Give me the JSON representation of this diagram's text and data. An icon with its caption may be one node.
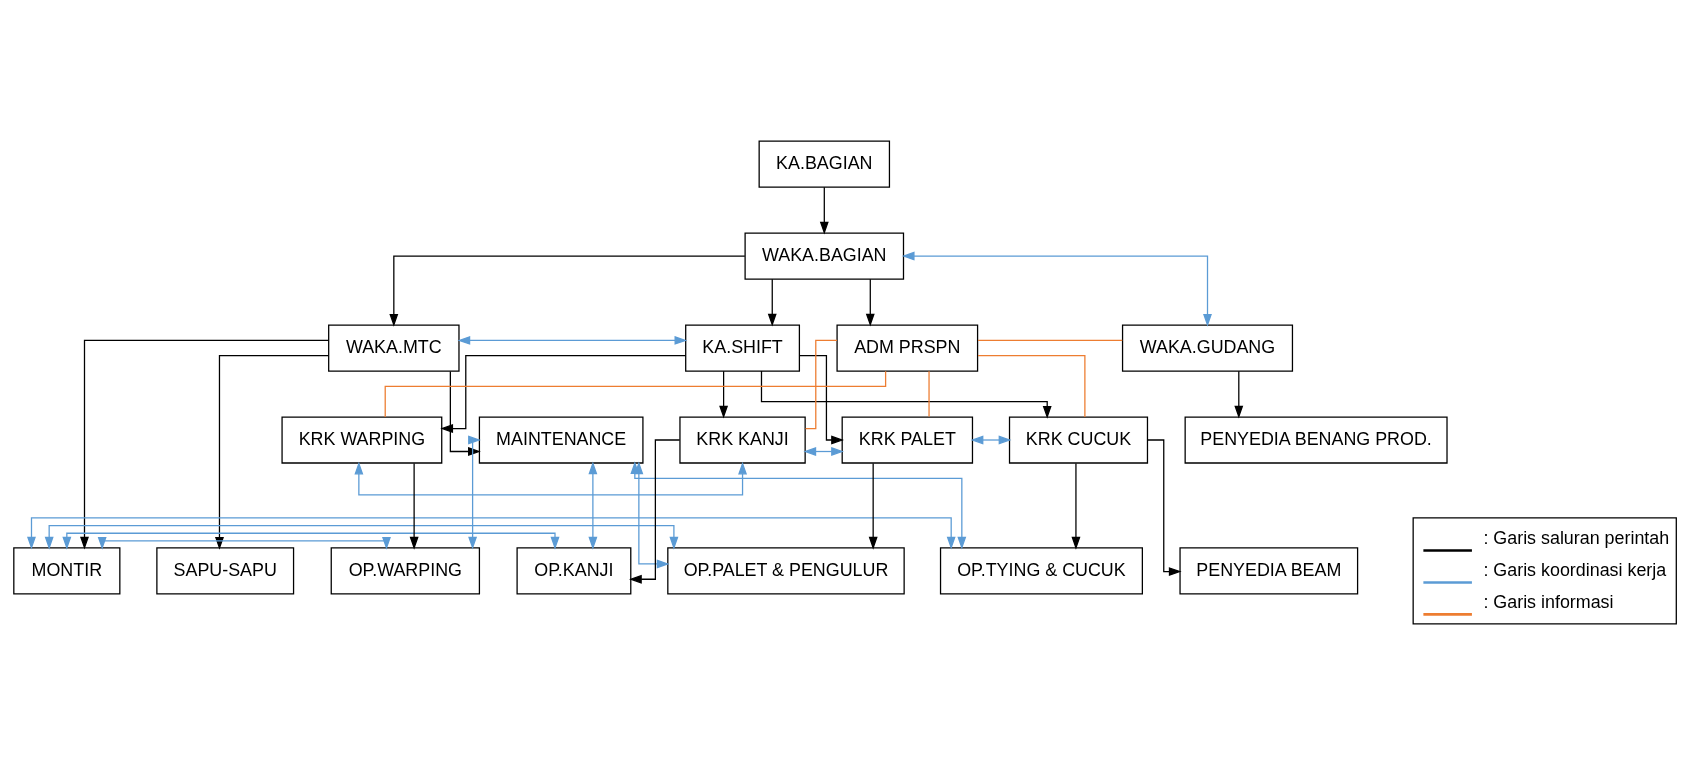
{
  "diagram": {
    "nodes": [
      {
        "text": [
          "KA.BAGIAN"
        ]
      },
      {
        "text": [
          "WAKA.BAGIAN"
        ]
      },
      {
        "text": [
          "KA.SHIFT"
        ]
      },
      {
        "text": [
          "WAKA.GUDANG"
        ]
      },
      {
        "text": [
          "WAKA.MTC"
        ]
      },
      {
        "text": [
          "ADM PRSPN"
        ]
      },
      {
        "text": [
          "PENYEDIA BENANG PROD."
        ]
      },
      {
        "text": [
          "MAINTENANCE"
        ]
      },
      {
        "text": [
          "MONTIR"
        ]
      },
      {
        "text": [
          "SAPU-SAPU"
        ]
      },
      {
        "text": [
          "KRK WARPING"
        ]
      },
      {
        "text": [
          "KRK KANJI"
        ]
      },
      {
        "text": [
          "KRK PALET"
        ]
      },
      {
        "text": [
          "KRK CUCUK"
        ]
      },
      {
        "text": [
          "OP.WARPING"
        ]
      },
      {
        "text": [
          "OP.KANJI"
        ]
      },
      {
        "text": [
          "OP.PALET & PENGULUR"
        ]
      },
      {
        "text": [
          "OP.TYING & CUCUK"
        ]
      },
      {
        "text": [
          "PENYEDIA BEAM"
        ]
      }
    ],
    "edges": [
      {
        "from": 0,
        "to": 1,
        "arrow": "to"
      },
      {
        "from": 1,
        "to": 4,
        "arrow": "to"
      },
      {
        "from": 1,
        "to": 5,
        "arrow": "to"
      },
      {
        "from": 1,
        "to": 2,
        "arrow": "to"
      },
      {
        "from": 3,
        "to": 6,
        "arrow": "to"
      },
      {
        "from": 4,
        "to": 7,
        "arrow": "to"
      },
      {
        "from": 4,
        "to": 8,
        "arrow": "to"
      },
      {
        "from": 4,
        "to": 9,
        "arrow": "to"
      },
      {
        "from": 2,
        "to": 10,
        "arrow": "to"
      },
      {
        "from": 2,
        "to": 11,
        "arrow": "to"
      },
      {
        "from": 2,
        "to": 12,
        "arrow": "to"
      },
      {
        "from": 2,
        "to": 13,
        "arrow": "to"
      },
      {
        "from": 10,
        "to": 14,
        "arrow": "to"
      },
      {
        "from": 11,
        "to": 15,
        "arrow": "to"
      },
      {
        "from": 12,
        "to": 16,
        "arrow": "to"
      },
      {
        "from": 13,
        "to": 17,
        "arrow": "to"
      },
      {
        "from": 13,
        "to": 18,
        "arrow": "to"
      },
      {
        "from": 1,
        "to": 3,
        "arrow": "both",
        "color": "#5b9bd5"
      },
      {
        "from": 2,
        "to": 4,
        "arrow": "both",
        "color": "#5b9bd5"
      },
      {
        "from": 10,
        "to": 11,
        "arrow": "both",
        "color": "#5b9bd5"
      },
      {
        "from": 11,
        "to": 12,
        "arrow": "both",
        "color": "#5b9bd5"
      },
      {
        "from": 12,
        "to": 13,
        "arrow": "both",
        "color": "#5b9bd5"
      },
      {
        "from": 7,
        "to": 14,
        "arrow": "both",
        "color": "#5b9bd5"
      },
      {
        "from": 7,
        "to": 15,
        "arrow": "both",
        "color": "#5b9bd5"
      },
      {
        "from": 7,
        "to": 16,
        "arrow": "both",
        "color": "#5b9bd5"
      },
      {
        "from": 7,
        "to": 17,
        "arrow": "both",
        "color": "#5b9bd5"
      },
      {
        "from": 8,
        "to": 14,
        "arrow": "both",
        "color": "#5b9bd5"
      },
      {
        "from": 8,
        "to": 15,
        "arrow": "both",
        "color": "#5b9bd5"
      },
      {
        "from": 8,
        "to": 16,
        "arrow": "both",
        "color": "#5b9bd5"
      },
      {
        "from": 8,
        "to": 17,
        "arrow": "both",
        "color": "#5b9bd5"
      },
      {
        "from": 3,
        "to": 5,
        "arrow": "none",
        "color": "#ed7d31"
      },
      {
        "from": 5,
        "to": 10,
        "arrow": "none",
        "color": "#ed7d31"
      },
      {
        "from": 5,
        "to": 11,
        "arrow": "none",
        "color": "#ed7d31"
      },
      {
        "from": 5,
        "to": 12,
        "arrow": "none",
        "color": "#ed7d31"
      },
      {
        "from": 5,
        "to": 13,
        "arrow": "none",
        "color": "#ed7d31"
      }
    ],
    "legend": [
      {
        "text": ": Garis saluran perintah"
      },
      {
        "text": ": Garis koordinasi kerja"
      },
      {
        "text": ": Garis informasi"
      }
    ]
  }
}
